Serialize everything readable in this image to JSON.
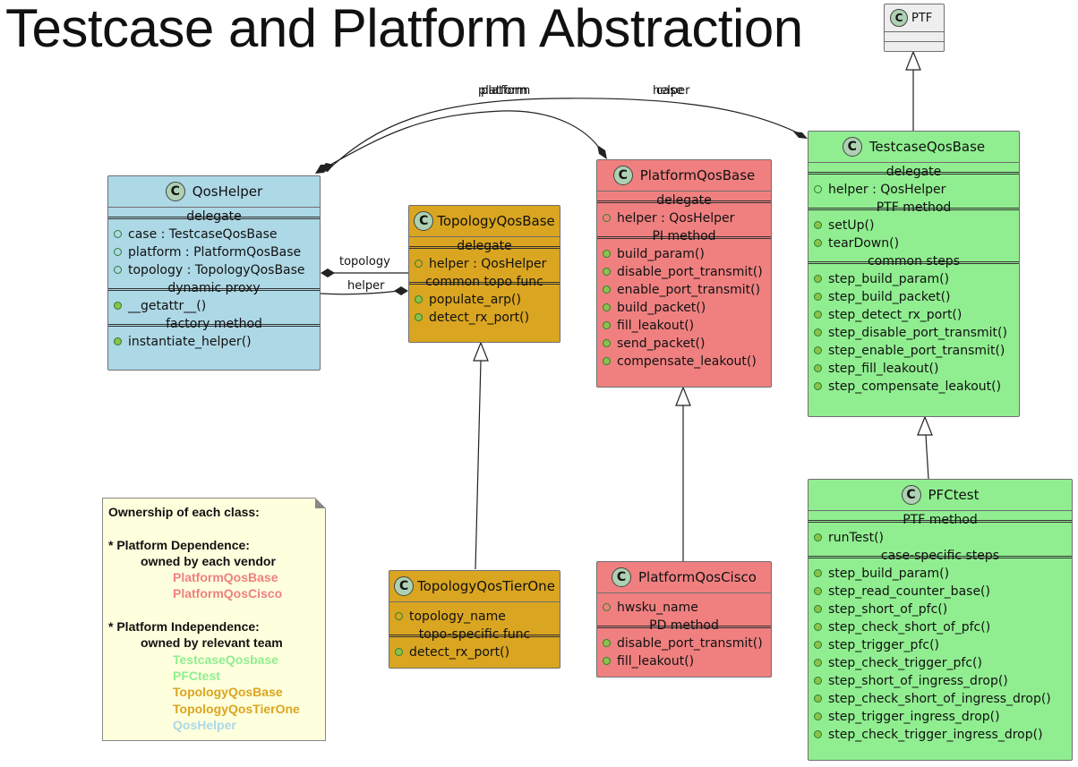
{
  "title": "Testcase and Platform Abstraction",
  "colors": {
    "qoshelper": "#ADD8E6",
    "topology": "#DAA520",
    "platform": "#F08080",
    "testcase": "#90EE90",
    "ptf": "#EEEEEE",
    "note_bg": "#FEFFDD",
    "class_icon": "#ADD1B2"
  },
  "icon_names": {
    "class_marker": "class-c-icon",
    "public_member": "public-dot-icon"
  },
  "classes": {
    "ptf": {
      "icon": "C",
      "name": "PTF"
    },
    "testcase_qos_base": {
      "icon": "C",
      "name": "TestcaseQosBase",
      "sections": [
        {
          "label": "delegate",
          "members": [
            "helper : QosHelper"
          ]
        },
        {
          "label": "PTF method",
          "members": [
            "setUp()",
            "tearDown()"
          ]
        },
        {
          "label": "common steps",
          "members": [
            "step_build_param()",
            "step_build_packet()",
            "step_detect_rx_port()",
            "step_disable_port_transmit()",
            "step_enable_port_transmit()",
            "step_fill_leakout()",
            "step_compensate_leakout()"
          ]
        }
      ]
    },
    "qos_helper": {
      "icon": "C",
      "name": "QosHelper",
      "sections": [
        {
          "label": "delegate",
          "members": [
            "case : TestcaseQosBase",
            "platform : PlatformQosBase",
            "topology : TopologyQosBase"
          ]
        },
        {
          "label": "dynamic proxy",
          "members": [
            "__getattr__()"
          ]
        },
        {
          "label": "factory method",
          "members": [
            "instantiate_helper()"
          ]
        }
      ]
    },
    "topology_qos_base": {
      "icon": "C",
      "name": "TopologyQosBase",
      "sections": [
        {
          "label": "delegate",
          "members": [
            "helper : QosHelper"
          ]
        },
        {
          "label": "common topo func",
          "members": [
            "populate_arp()",
            "detect_rx_port()"
          ]
        }
      ]
    },
    "platform_qos_base": {
      "icon": "C",
      "name": "PlatformQosBase",
      "sections": [
        {
          "label": "delegate",
          "members": [
            "helper : QosHelper"
          ]
        },
        {
          "label": "PI method",
          "members": [
            "build_param()",
            "disable_port_transmit()",
            "enable_port_transmit()",
            "build_packet()",
            "fill_leakout()",
            "send_packet()",
            "compensate_leakout()"
          ]
        }
      ]
    },
    "topology_qos_tier_one": {
      "icon": "C",
      "name": "TopologyQosTierOne",
      "top_members": [
        "topology_name"
      ],
      "sections": [
        {
          "label": "topo-specific func",
          "members": [
            "detect_rx_port()"
          ]
        }
      ]
    },
    "platform_qos_cisco": {
      "icon": "C",
      "name": "PlatformQosCisco",
      "top_members": [
        "hwsku_name"
      ],
      "sections": [
        {
          "label": "PD method",
          "members": [
            "disable_port_transmit()",
            "fill_leakout()"
          ]
        }
      ]
    },
    "pfc_test": {
      "icon": "C",
      "name": "PFCtest",
      "sections": [
        {
          "label": "PTF method",
          "members": [
            "runTest()"
          ]
        },
        {
          "label": "case-specific steps",
          "members": [
            "step_build_param()",
            "step_read_counter_base()",
            "step_short_of_pfc()",
            "step_check_short_of_pfc()",
            "step_trigger_pfc()",
            "step_check_trigger_pfc()",
            "step_short_of_ingress_drop()",
            "step_check_short_of_ingress_drop()",
            "step_trigger_ingress_drop()",
            "step_check_trigger_ingress_drop()"
          ]
        }
      ]
    }
  },
  "edge_labels": {
    "platform_a": "platform",
    "platform_b": "platform",
    "helper_a": "helper",
    "case": "case",
    "topology": "topology",
    "helper_b": "helper"
  },
  "note": {
    "heading": "Ownership of each class:",
    "group1_title": "* Platform Dependence:",
    "group1_owner": "owned by each vendor",
    "group1_items": [
      {
        "text": "PlatformQosBase",
        "color": "#F08080"
      },
      {
        "text": "PlatformQosCisco",
        "color": "#F08080"
      }
    ],
    "group2_title": "* Platform Independence:",
    "group2_owner": "owned by relevant team",
    "group2_items": [
      {
        "text": "TestcaseQosbase",
        "color": "#90EE90"
      },
      {
        "text": "PFCtest",
        "color": "#90EE90"
      },
      {
        "text": "TopologyQosBase",
        "color": "#DAA520"
      },
      {
        "text": "TopologyQosTierOne",
        "color": "#DAA520"
      },
      {
        "text": "QosHelper",
        "color": "#ADD8E6"
      }
    ]
  }
}
